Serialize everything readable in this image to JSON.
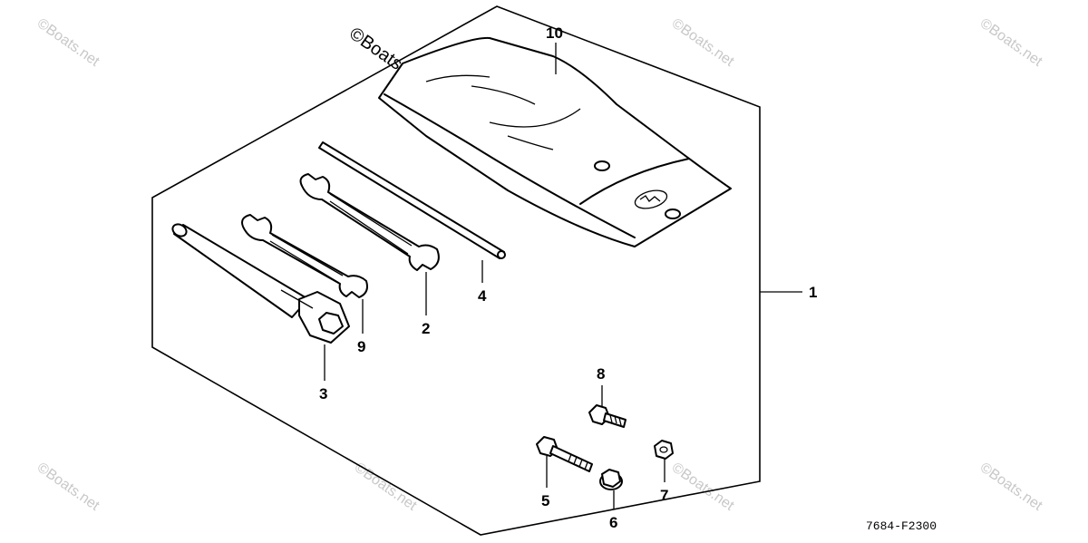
{
  "callouts": {
    "c1": "1",
    "c2": "2",
    "c3": "3",
    "c4": "4",
    "c5": "5",
    "c6": "6",
    "c7": "7",
    "c8": "8",
    "c9": "9",
    "c10": "10"
  },
  "diagram_code": "7684-F2300",
  "watermark": {
    "main": "©Boats.net",
    "tile": "©Boats.net"
  }
}
